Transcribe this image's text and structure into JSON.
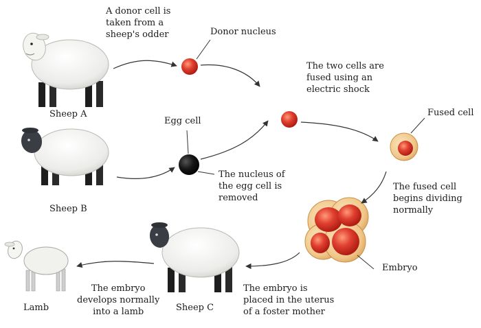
{
  "labels": {
    "sheep_a": "Sheep A",
    "sheep_b": "Sheep B",
    "sheep_c": "Sheep C",
    "lamb": "Lamb",
    "donor_cell_taken": "A donor cell is\ntaken from a\nsheep's odder",
    "donor_nucleus": "Donor nucleus",
    "egg_cell": "Egg cell",
    "nucleus_removed": "The nucleus of\nthe egg cell is\nremoved",
    "cells_fused": "The two cells are\nfused using an\nelectric shock",
    "fused_cell": "Fused cell",
    "fused_dividing": "The fused cell\nbegins dividing\nnormally",
    "embryo": "Embryo",
    "embryo_placed": "The embryo is\nplaced in the uterus\nof a foster mother",
    "embryo_develops": "The embryo\ndevelops normally\ninto a lamb"
  },
  "colors": {
    "nucleus_red": "#d8332a",
    "egg_black": "#111111",
    "cytoplasm": "#f2c98e",
    "wool": "#eeeeea",
    "sheep_b_face": "#3a3e44",
    "arrow": "#333333"
  }
}
